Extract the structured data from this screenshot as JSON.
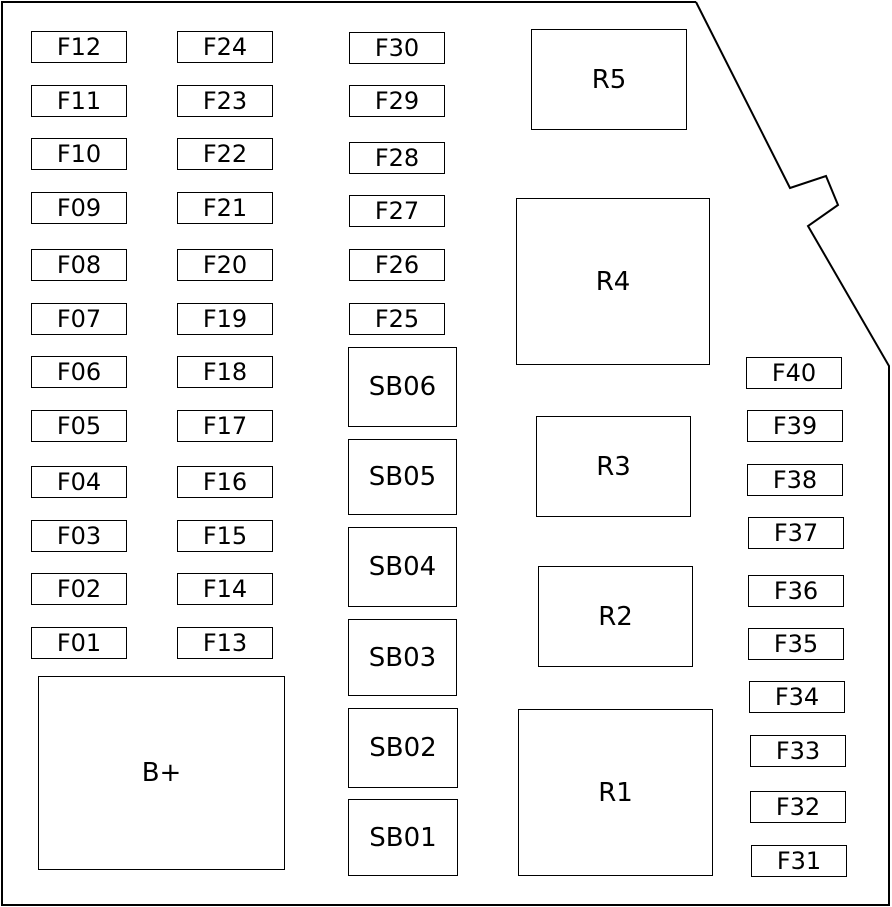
{
  "fuses": {
    "F01": "F01",
    "F02": "F02",
    "F03": "F03",
    "F04": "F04",
    "F05": "F05",
    "F06": "F06",
    "F07": "F07",
    "F08": "F08",
    "F09": "F09",
    "F10": "F10",
    "F11": "F11",
    "F12": "F12",
    "F13": "F13",
    "F14": "F14",
    "F15": "F15",
    "F16": "F16",
    "F17": "F17",
    "F18": "F18",
    "F19": "F19",
    "F20": "F20",
    "F21": "F21",
    "F22": "F22",
    "F23": "F23",
    "F24": "F24",
    "F25": "F25",
    "F26": "F26",
    "F27": "F27",
    "F28": "F28",
    "F29": "F29",
    "F30": "F30",
    "F31": "F31",
    "F32": "F32",
    "F33": "F33",
    "F34": "F34",
    "F35": "F35",
    "F36": "F36",
    "F37": "F37",
    "F38": "F38",
    "F39": "F39",
    "F40": "F40"
  },
  "blocks": {
    "SB01": "SB01",
    "SB02": "SB02",
    "SB03": "SB03",
    "SB04": "SB04",
    "SB05": "SB05",
    "SB06": "SB06"
  },
  "relays": {
    "R1": "R1",
    "R2": "R2",
    "R3": "R3",
    "R4": "R4",
    "R5": "R5"
  },
  "terminal": {
    "bplus": "B+"
  },
  "colors": {
    "line": "#000000",
    "background": "#ffffff"
  }
}
